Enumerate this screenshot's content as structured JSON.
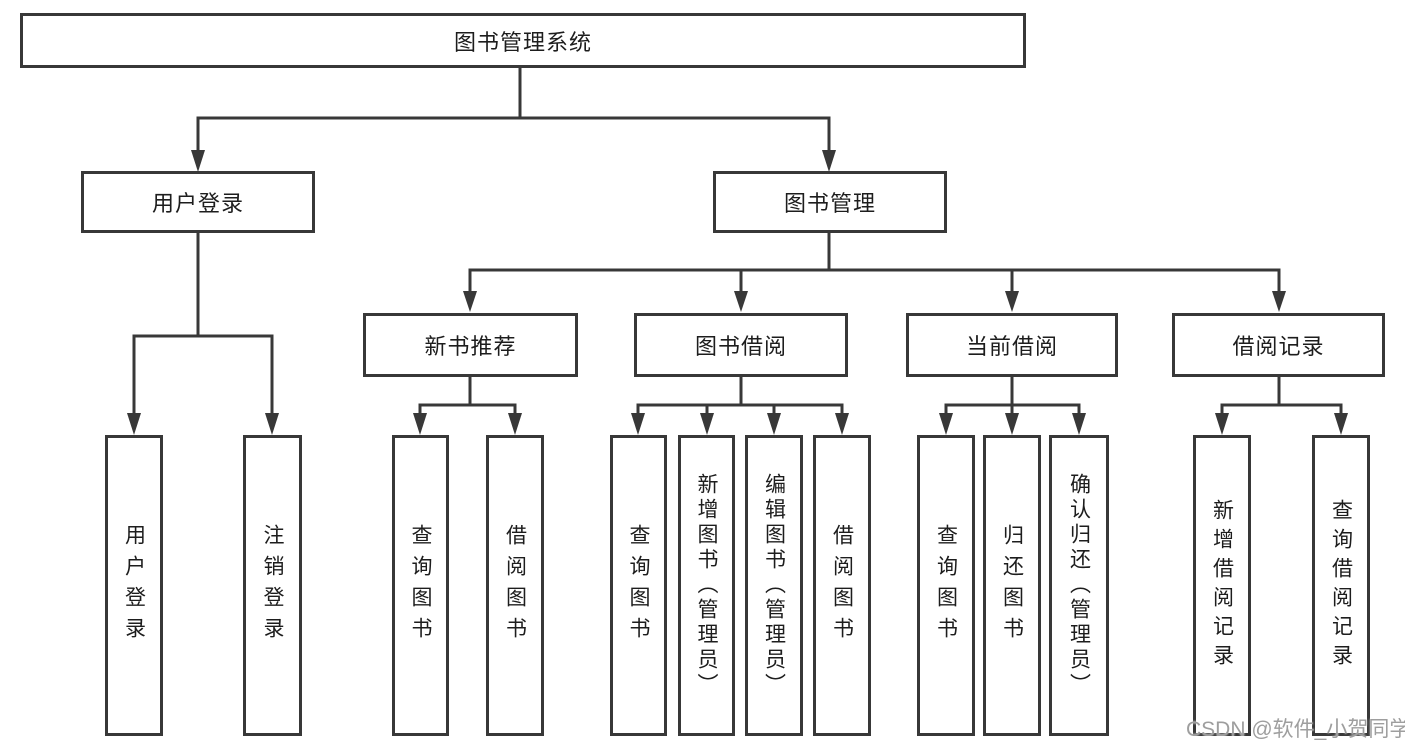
{
  "nodes": {
    "root": "图书管理系统",
    "level2": {
      "user_login": "用户登录",
      "book_mgmt": "图书管理"
    },
    "level3": {
      "new_book_rec": "新书推荐",
      "book_borrow": "图书借阅",
      "current_borrow": "当前借阅",
      "borrow_record": "借阅记录"
    },
    "leaves": {
      "user_1": "用户登录",
      "user_2": "注销登录",
      "rec_1": "查询图书",
      "rec_2": "借阅图书",
      "borrow_1": "查询图书",
      "borrow_2": "新增图书（管理员）",
      "borrow_3": "编辑图书（管理员）",
      "borrow_4": "借阅图书",
      "current_1": "查询图书",
      "current_2": "归还图书",
      "current_3": "确认归还（管理员）",
      "record_1": "新增借阅记录",
      "record_2": "查询借阅记录"
    }
  },
  "watermark": "CSDN @软件_小贺同学",
  "colors": {
    "line": "#383838",
    "text": "#1d1d1d",
    "watermark": "#9e9e9e",
    "background": "#ffffff"
  }
}
